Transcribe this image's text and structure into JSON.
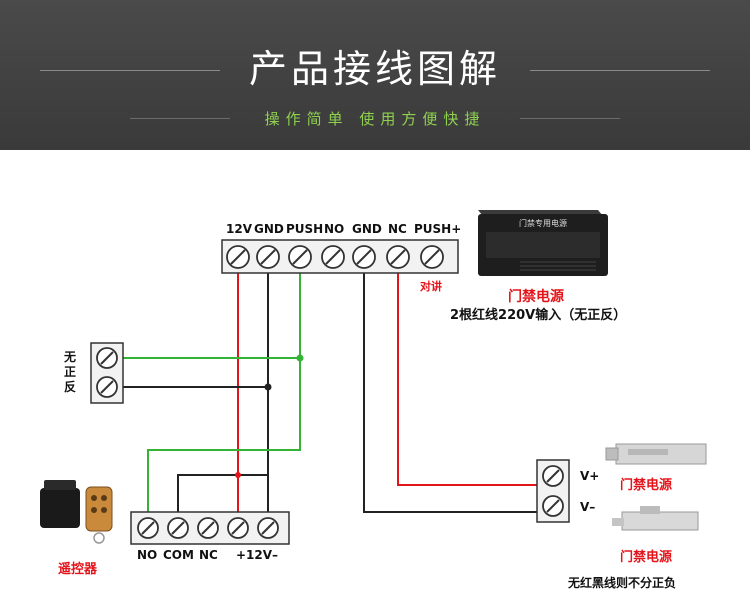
{
  "header": {
    "title": "产品接线图解",
    "subtitle": "操作简单  使用方便快捷"
  },
  "terminal_top": {
    "labels": [
      "12V",
      "GND",
      "PUSH",
      "NO",
      "GND",
      "NC",
      "PUSH+"
    ],
    "intercom_label": "对讲"
  },
  "power_supply": {
    "device_text": "门禁专用电源",
    "name": "门禁电源",
    "note": "2根红线220V输入（无正反）"
  },
  "left_terminal": {
    "label": "无正反"
  },
  "remote": {
    "terminal_labels": [
      "NO",
      "COM",
      "NC",
      "+12V–"
    ],
    "name": "遥控器"
  },
  "lock_terminal": {
    "labels": [
      "V+",
      "V–"
    ]
  },
  "locks": {
    "lock1_name": "门禁电源",
    "lock2_name": "门禁电源",
    "note": "无红黑线则不分正负"
  },
  "colors": {
    "red_wire": "#e4141b",
    "green_wire": "#35b335",
    "black_wire": "#222222",
    "accent_green": "#8fd14f"
  }
}
